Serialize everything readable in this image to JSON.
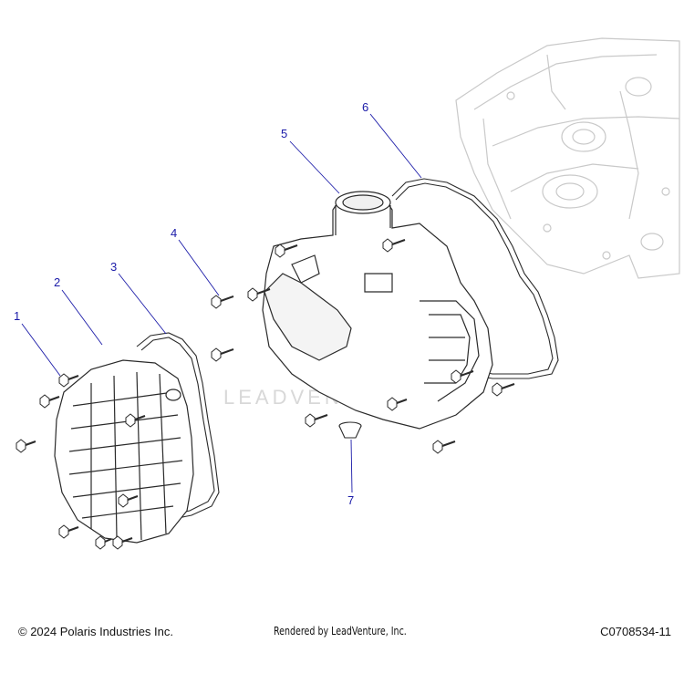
{
  "callouts": [
    {
      "id": "1",
      "label": "1"
    },
    {
      "id": "2",
      "label": "2"
    },
    {
      "id": "3",
      "label": "3"
    },
    {
      "id": "4",
      "label": "4"
    },
    {
      "id": "5",
      "label": "5"
    },
    {
      "id": "6",
      "label": "6"
    },
    {
      "id": "7",
      "label": "7"
    }
  ],
  "watermark": "LEADVENTURE",
  "footer": {
    "copyright": "© 2024 Polaris Industries Inc.",
    "rendered_by": "Rendered by LeadVenture, Inc.",
    "drawing_id": "C0708534-11"
  },
  "colors": {
    "callout": "#1a1aa8",
    "line_art": "#2a2a2a",
    "ghost_art": "#c8c8c8"
  }
}
